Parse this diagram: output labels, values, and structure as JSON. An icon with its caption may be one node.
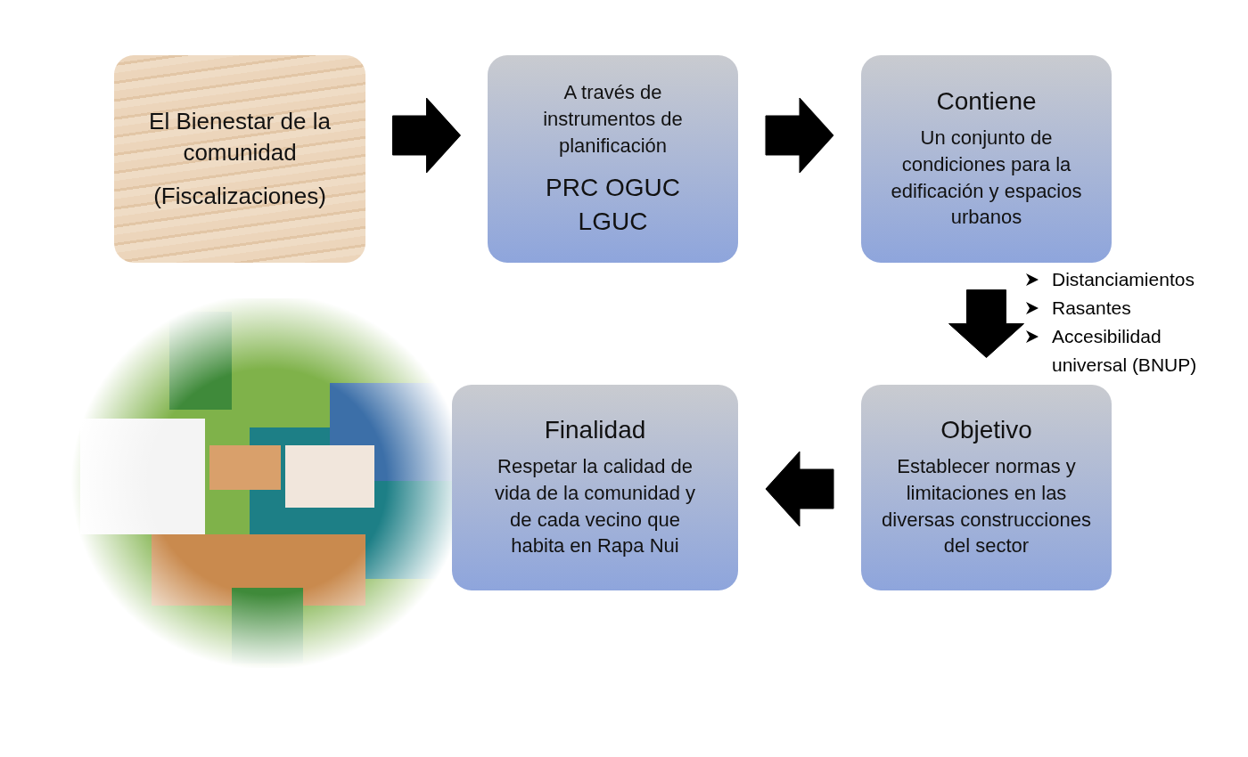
{
  "diagram": {
    "nodes": [
      {
        "text": [
          "El Bienestar de la comunidad",
          "(Fiscalizaciones)"
        ]
      },
      {
        "text": [
          "A través de instrumentos de planificación",
          "PRC OGUC LGUC"
        ]
      },
      {
        "text": [
          "Contiene",
          "Un conjunto de condiciones para la edificación y espacios urbanos"
        ]
      },
      {
        "text": [
          "Objetivo",
          "Establecer normas y limitaciones en las diversas construcciones del sector"
        ]
      },
      {
        "text": [
          "Finalidad",
          "Respetar la calidad de vida de la comunidad y de cada vecino que habita en Rapa Nui"
        ]
      }
    ],
    "edges": [
      {
        "from": 0,
        "to": 1,
        "arrow": "to"
      },
      {
        "from": 1,
        "to": 2,
        "arrow": "to"
      },
      {
        "from": 2,
        "to": 3,
        "arrow": "to"
      },
      {
        "from": 3,
        "to": 4,
        "arrow": "to"
      }
    ],
    "labels": [
      "Distanciamientos",
      "Rasantes",
      "Accesibilidad universal (BNUP)"
    ]
  }
}
